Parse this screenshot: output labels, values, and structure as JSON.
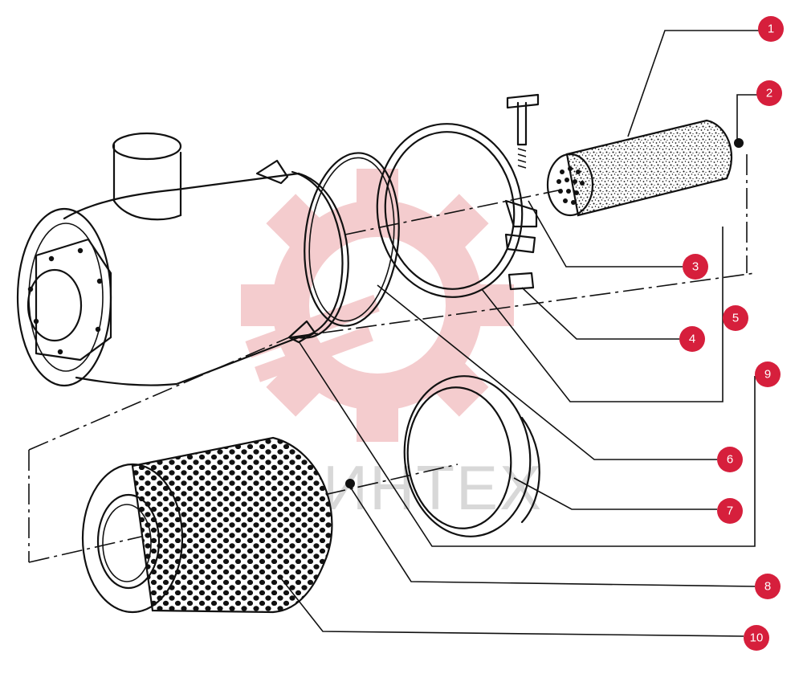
{
  "watermark": {
    "text": "ИНТЕХ",
    "gear_color": "#f3c4c6"
  },
  "callout_color": "#d61f3c",
  "callouts": [
    {
      "id": "1",
      "label": "1"
    },
    {
      "id": "2",
      "label": "2"
    },
    {
      "id": "3",
      "label": "3"
    },
    {
      "id": "4",
      "label": "4"
    },
    {
      "id": "5",
      "label": "5"
    },
    {
      "id": "6",
      "label": "6"
    },
    {
      "id": "7",
      "label": "7"
    },
    {
      "id": "8",
      "label": "8"
    },
    {
      "id": "9",
      "label": "9"
    },
    {
      "id": "10",
      "label": "10"
    }
  ],
  "parts": [
    "air-cleaner-housing",
    "safety-filter-element",
    "wing-nut",
    "clamp-bolt",
    "clamp-nut",
    "band-clamp",
    "seal-ring",
    "end-cover",
    "main-filter-element",
    "gasket"
  ]
}
